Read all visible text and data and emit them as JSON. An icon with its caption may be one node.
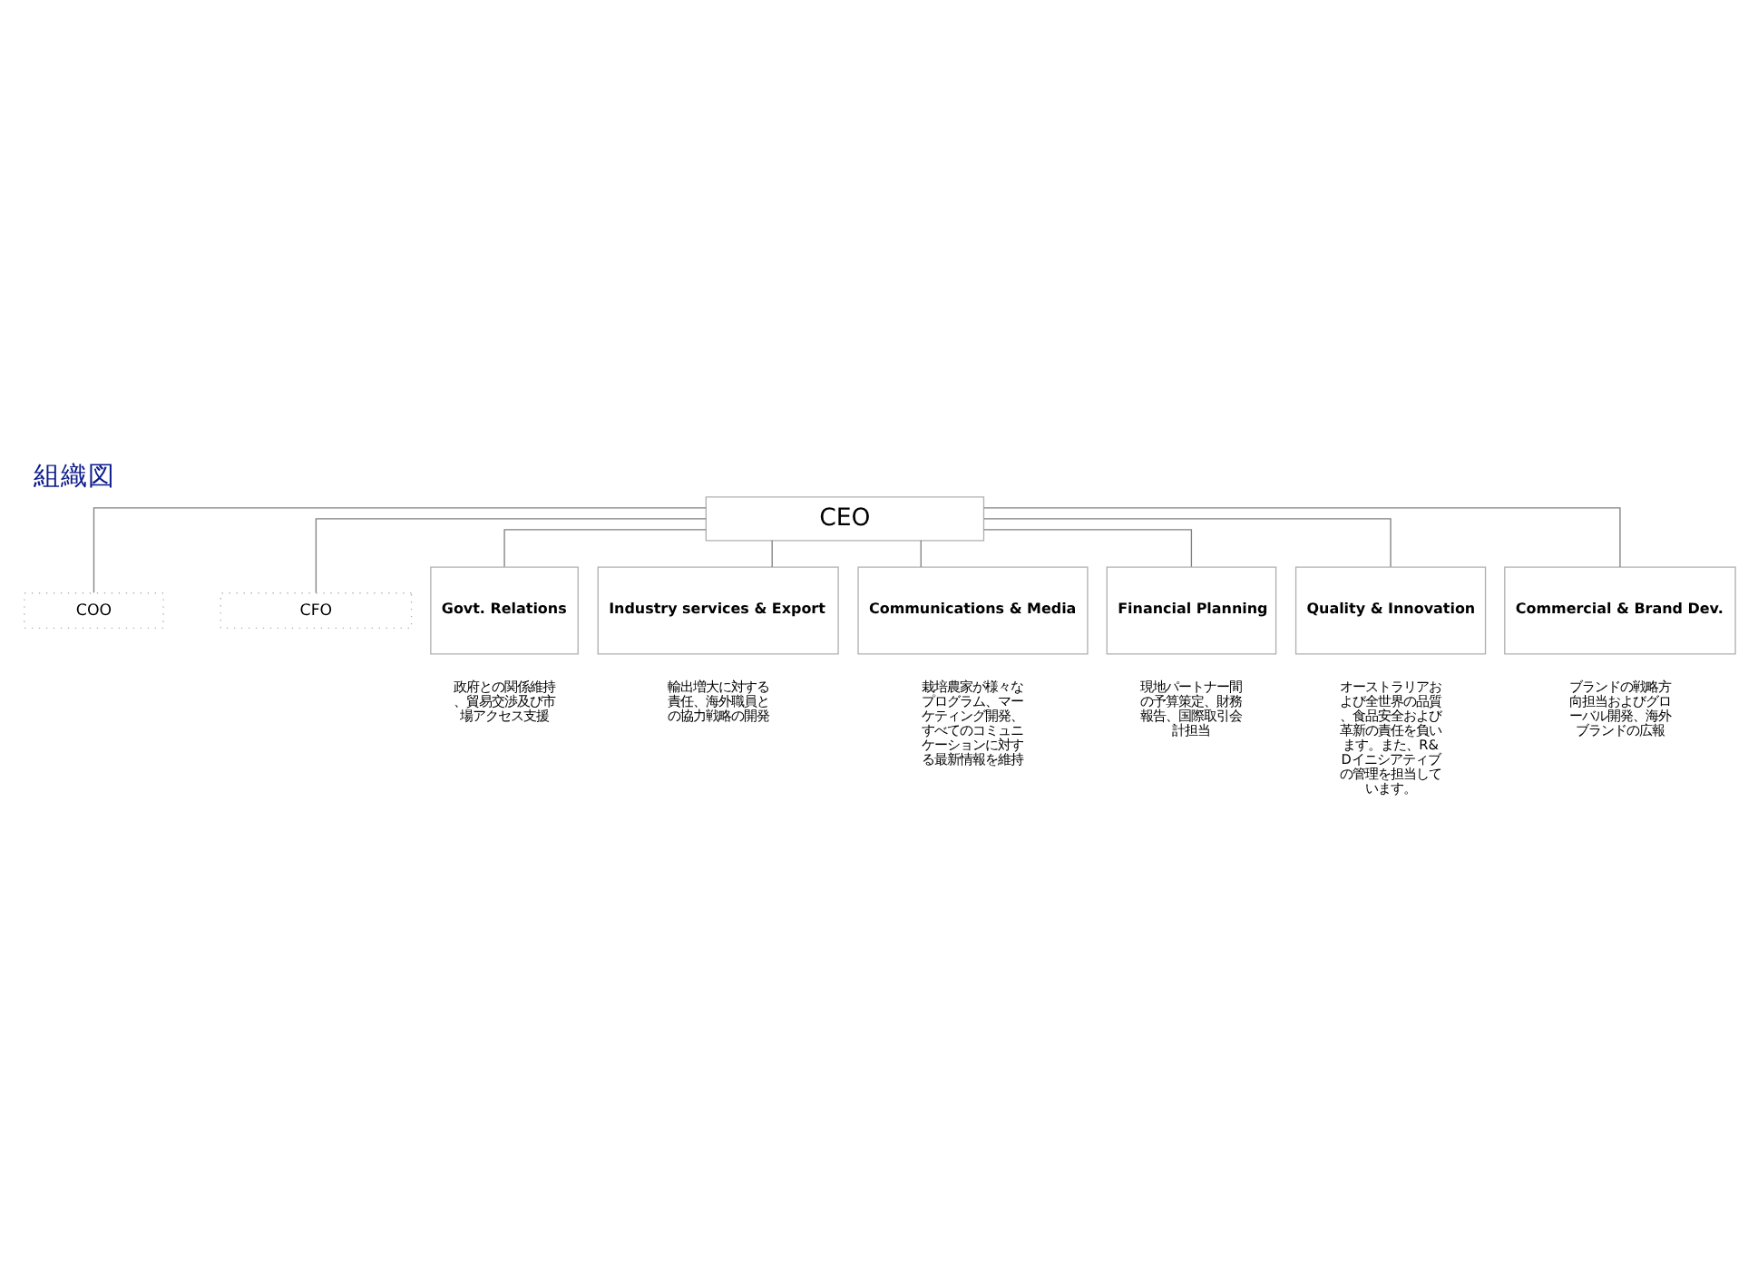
{
  "diagram": {
    "title": "組織図",
    "nodes": [
      {
        "text": [
          "CEO"
        ]
      },
      {
        "text": [
          "COO"
        ]
      },
      {
        "text": [
          "CFO"
        ]
      },
      {
        "text": [
          "Govt. Relations"
        ],
        "beside": [
          "政府との関係維持、貿易交渉及び市場アクセス支援"
        ]
      },
      {
        "text": [
          "Industry services & Export"
        ],
        "beside": [
          "輸出増大に対する責任、海外職員との協力戦略の開発"
        ]
      },
      {
        "text": [
          "Communications & Media"
        ],
        "beside": [
          "栽培農家が様々なプログラム、マーケティング開発、すべてのコミュニケーションに対する最新情報を維持"
        ]
      },
      {
        "text": [
          "Financial Planning"
        ],
        "beside": [
          "現地パートナー間の予算策定、財務報告、国際取引会計担当"
        ]
      },
      {
        "text": [
          "Quality & Innovation"
        ],
        "beside": [
          "オーストラリアおよび全世界の品質、食品安全および革新の責任を負います。また、R&Dイニシアティブの管理を担当しています。"
        ]
      },
      {
        "text": [
          "Commercial & Brand Dev."
        ],
        "beside": [
          "ブランドの戦略方向担当およびグローバル開発、海外ブランドの広報"
        ]
      }
    ],
    "edges": [
      {
        "from": 0,
        "to": 1,
        "arrow": "none"
      },
      {
        "from": 0,
        "to": 2,
        "arrow": "none"
      },
      {
        "from": 0,
        "to": 3,
        "arrow": "none"
      },
      {
        "from": 0,
        "to": 4,
        "arrow": "none"
      },
      {
        "from": 0,
        "to": 5,
        "arrow": "none"
      },
      {
        "from": 0,
        "to": 6,
        "arrow": "none"
      },
      {
        "from": 0,
        "to": 7,
        "arrow": "none"
      },
      {
        "from": 0,
        "to": 8,
        "arrow": "none"
      }
    ]
  }
}
